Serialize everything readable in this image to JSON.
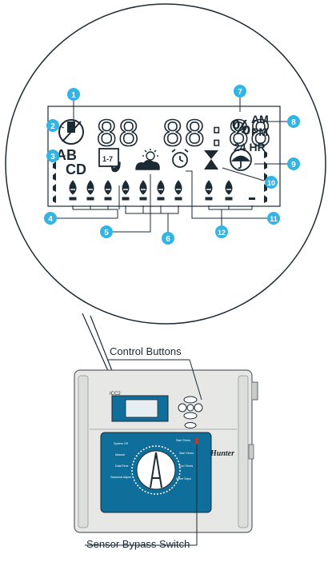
{
  "callouts": [
    "1",
    "2",
    "3",
    "4",
    "5",
    "6",
    "7",
    "8",
    "9",
    "10",
    "11",
    "12"
  ],
  "lcd": {
    "digits": "88 88:88",
    "percent": "%",
    "am": "AM",
    "pm": "PM",
    "hr24": "24 HR",
    "programs_top": "AB",
    "programs_bottom": "CD",
    "calendar": "1-7"
  },
  "labels": {
    "control_buttons": "Control Buttons",
    "sensor_bypass_switch": "Sensor Bypass Switch"
  },
  "controller": {
    "model": "ICC2",
    "brand": "Hunter",
    "panel_items_left": [
      "System Off",
      "Manual",
      "Date/Time",
      "Seasonal Adjust"
    ],
    "panel_items_right": [
      "Start Times",
      "Start Times",
      "Run Times",
      "Water Days"
    ]
  },
  "colors": {
    "callout": "#33b4e3",
    "ink": "#1b2a33",
    "panel": "#0f6f9a",
    "case": "#e7e8e6"
  }
}
